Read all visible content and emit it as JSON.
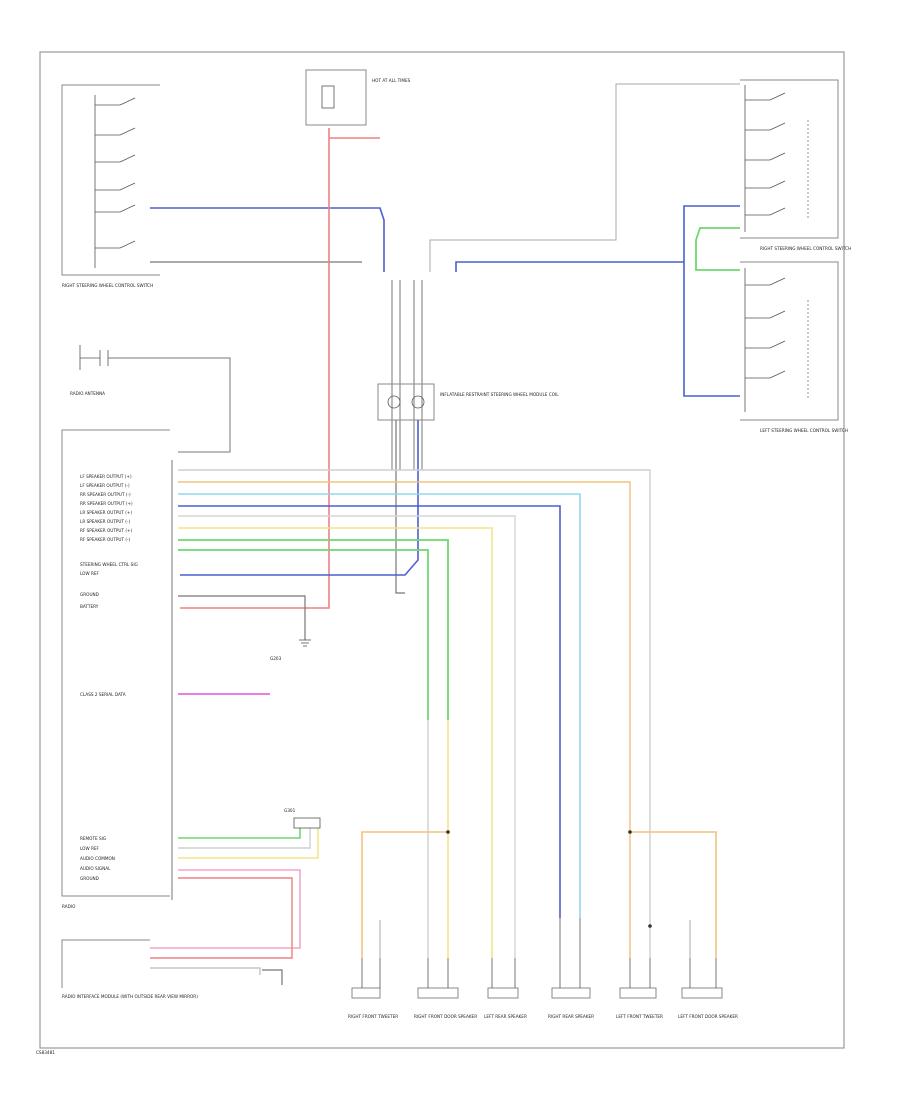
{
  "footer": {
    "code": "CS83481"
  },
  "colors": {
    "frame": "#9a9a9a",
    "wire_gray": "#b8b8b8",
    "wire_black": "#777777",
    "wire_blue": "#4c5fd0",
    "wire_red": "#f08080",
    "wire_green": "#6fd86f",
    "wire_yellow": "#f3e48a",
    "wire_orange": "#f1c27d",
    "wire_lightblue": "#8fd8ee",
    "wire_pink": "#f2a7c4",
    "wire_magenta": "#e050e0"
  },
  "components": {
    "radio": "RADIO",
    "steering_switch_left": "RIGHT STEERING WHEEL CONTROL SWITCH",
    "steering_switch_right": "RIGHT STEERING WHEEL CONTROL SWITCH",
    "steering_switch_lower": "LEFT STEERING WHEEL CONTROL SWITCH",
    "antenna": "RADIO ANTENNA",
    "clockspring": "INFLATABLE RESTRAINT STEERING WHEEL MODULE COIL",
    "fuse_block": "HOT AT ALL TIMES",
    "ground_1": "G203",
    "ground_2": "G301",
    "amplifier_note": "RADIO INTERFACE MODULE (WITH OUTSIDE REAR VIEW MIRROR)"
  },
  "speakers": [
    "RIGHT FRONT TWEETER",
    "RIGHT FRONT DOOR SPEAKER",
    "LEFT REAR SPEAKER",
    "RIGHT REAR SPEAKER",
    "LEFT FRONT TWEETER",
    "LEFT FRONT DOOR SPEAKER"
  ],
  "radio_pins": [
    "LF SPEAKER OUTPUT (+)",
    "LF SPEAKER OUTPUT (-)",
    "RR SPEAKER OUTPUT (-)",
    "RR SPEAKER OUTPUT (+)",
    "LR SPEAKER OUTPUT (+)",
    "LR SPEAKER OUTPUT (-)",
    "RF SPEAKER OUTPUT (+)",
    "RF SPEAKER OUTPUT (-)",
    "STEERING WHEEL CTRL SIG",
    "LOW REF",
    "GROUND",
    "BATTERY",
    "CLASS 2 SERIAL DATA"
  ],
  "lower_pins": [
    "REMOTE SIG",
    "LOW REF",
    "AUDIO COMMON",
    "AUDIO SIGNAL",
    "GROUND"
  ]
}
